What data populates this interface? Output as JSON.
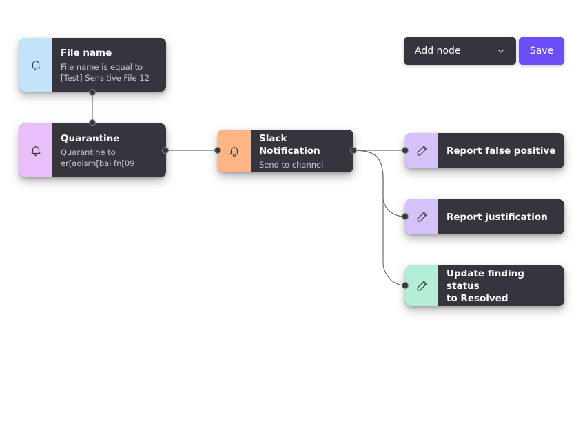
{
  "toolbar": {
    "add_node_label": "Add node",
    "save_label": "Save"
  },
  "colors": {
    "trigger": "#c4e4fb",
    "quarantine": "#e9bff9",
    "notification": "#fdb586",
    "action": "#d6c2fa",
    "resolve": "#b4eed6",
    "node_body": "#36353d",
    "accent": "#6b4ef6"
  },
  "nodes": {
    "file_name": {
      "icon": "bell-icon",
      "title": "File name",
      "desc_line1": "File name is equal to",
      "desc_line2": "[Test] Sensitive File 12"
    },
    "quarantine": {
      "icon": "bell-icon",
      "title": "Quarantine",
      "desc_line1": "Quarantine to",
      "desc_line2": "er[aoisrn[bai fn[09"
    },
    "slack": {
      "icon": "bell-icon",
      "title": "Slack Notification",
      "desc_line1": "Send to channel"
    },
    "report_false_positive": {
      "icon": "pencil-icon",
      "title": "Report false positive"
    },
    "report_justification": {
      "icon": "pencil-icon",
      "title": "Report justification"
    },
    "update_status": {
      "icon": "pencil-icon",
      "title_line1": "Update finding status",
      "title_line2": "to Resolved"
    }
  }
}
